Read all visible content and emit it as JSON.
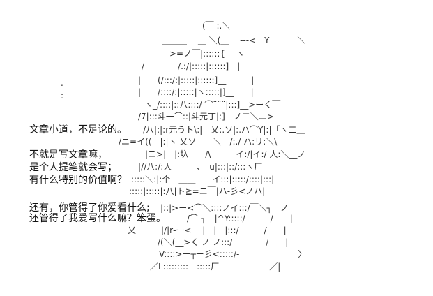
{
  "dialog": [
    "文章小道，不足论的。",
    "不就是写文章嘛，",
    "是个人提笔就会写；",
    "有什么特别的价值啊？",
    "还有，你管得了你爱看什么;",
    "还管得了我爱写什么嘛？笨蛋。"
  ],
  "art": {
    "lines": [
      "(￣ :.＼",
      "＿＿＿",
      "＿＿＿　 ＿ ＼(＿　 ---<　Y ￣　　＼",
      ">=ノ￣|::::::{　 ヽ",
      "/　　　　/.:/|:::::|::::::]__|",
      "|　　(/:::/:|:::::|::::::]__　　　|",
      "|　　/::::/:|:::::|ヽ:::::|]__　　|",
      "ヽ_/::::|::八::::/ ⌒¨¨¨|:::]__>ーく￣",
      "/7|:::斗一⌒::|斗元丁|:]__ノ二＼ニ>",
      "/八|:|:r元うト\\:|　乂:.ソ|:.ハ⌒Y|:|「ヽ二＿",
      "/ニ=イ((　|:|ヽ 乂ソ　　＼　/:./ ハ:リ:＼\\",
      "|ニ>|　|:圦　　/\\　　　イ:/|イ:/ 人:＼__ノ",
      "|//八:/:人　　　、　u|:::|::/:::ヽ厂",
      ":::::＼:|:个　＿＿　　イ:::|:::::/::::|:::|",
      ":::::|:::::|:八|ト≧=ニ￣|ハ-彡<ノハ|",
      "|::|>ー<⌒＼::::ノイ:::/￣＼┐　ノ",
      "/⌒-┐　|^Y:::::/　　　/　　|",
      "乂　　　|/|r‐ー<　 |　|　|:::/　　　/　　|",
      "/(＼(__>く ノ ノ:::/　　　　/　　|",
      "V::::>ー┬ー彡<:::::/-　　　　　　　〉",
      "／L:::::::::　:::::厂　　　　　　／|",
      ".",
      ":"
    ]
  }
}
